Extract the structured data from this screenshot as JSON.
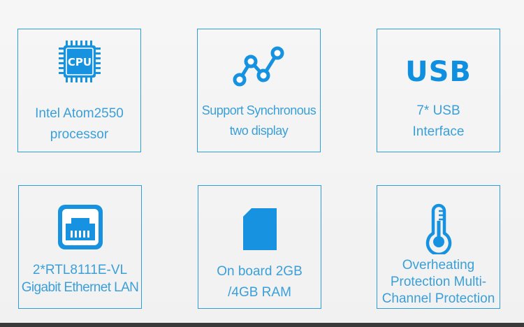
{
  "cards": [
    {
      "name": "cpu",
      "icon": "cpu-chip-icon",
      "icon_text": "CPU",
      "lines": [
        "Intel Atom2550",
        "processor"
      ]
    },
    {
      "name": "display",
      "icon": "graph-nodes-icon",
      "lines": [
        "Support Synchronous",
        "two display"
      ]
    },
    {
      "name": "usb",
      "icon": "usb-text-icon",
      "icon_text": "USB",
      "lines": [
        "7* USB",
        "Interface"
      ]
    },
    {
      "name": "lan",
      "icon": "ethernet-port-icon",
      "lines": [
        "2*RTL8111E-VL",
        "Gigabit Ethernet LAN"
      ]
    },
    {
      "name": "ram",
      "icon": "memory-card-icon",
      "lines": [
        "On board 2GB",
        "/4GB RAM"
      ]
    },
    {
      "name": "thermal",
      "icon": "thermometer-icon",
      "lines": [
        "Overheating",
        "Protection Multi-",
        "Channel Protection"
      ]
    }
  ],
  "colors": {
    "accent": "#1692e0",
    "border": "#2a9fdc",
    "text": "#3b9fd8",
    "background": "#f4f4f4",
    "bottom_bar": "#3a3a3a"
  }
}
